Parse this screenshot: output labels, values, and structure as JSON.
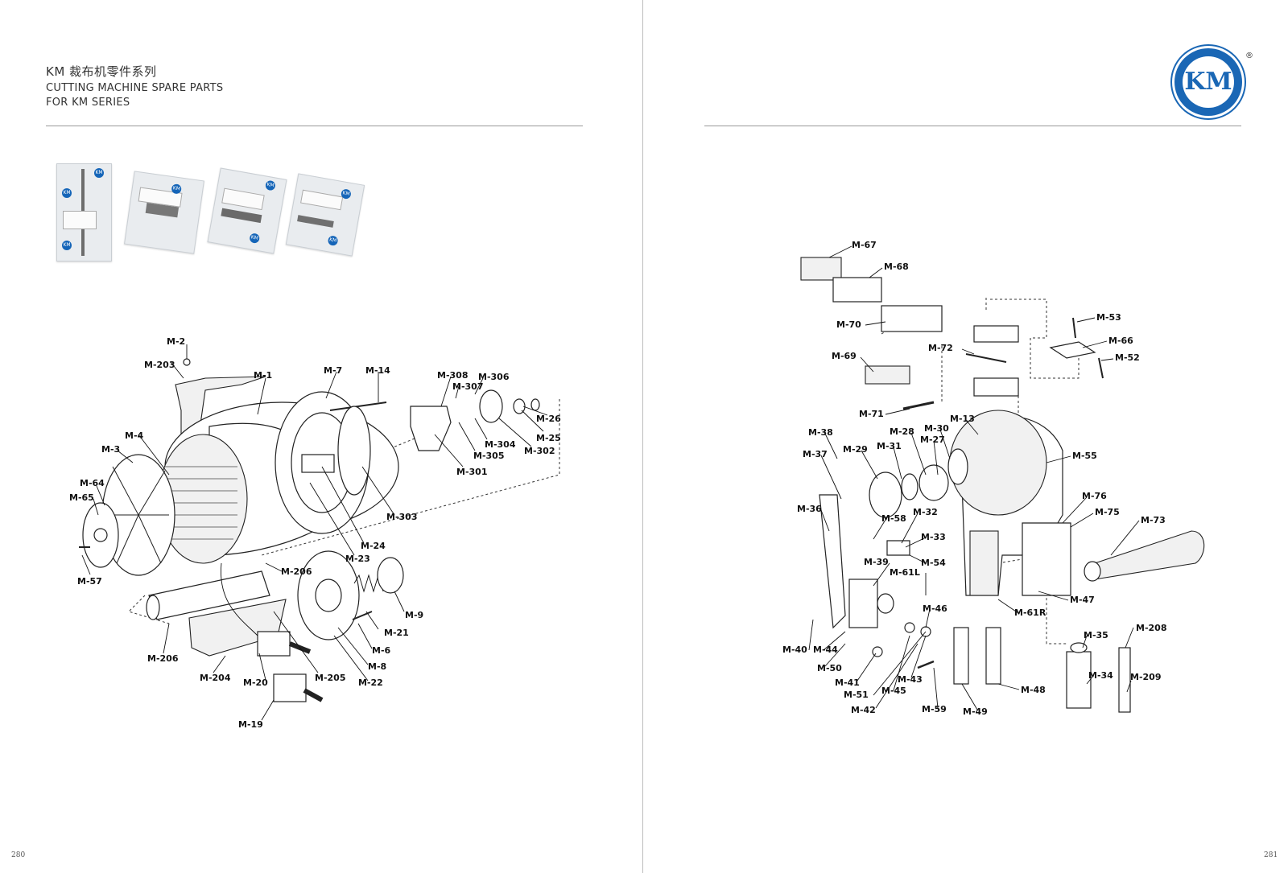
{
  "header": {
    "title_cn": "KM 裁布机零件系列",
    "title_en_1": "CUTTING MACHINE SPARE PARTS",
    "title_en_2": "FOR KM SERIES"
  },
  "logo": {
    "text": "KM",
    "registered": "®"
  },
  "pages": {
    "left": "280",
    "right": "281"
  },
  "left_labels": [
    "M-2",
    "M-203",
    "M-1",
    "M-7",
    "M-14",
    "M-308",
    "M-306",
    "M-307",
    "M-4",
    "M-3",
    "M-26",
    "M-25",
    "M-304",
    "M-302",
    "M-305",
    "M-301",
    "M-64",
    "M-65",
    "M-303",
    "M-24",
    "M-23",
    "M-57",
    "M-206",
    "M-9",
    "M-21",
    "M-6",
    "M-8",
    "M-22",
    "M-206",
    "M-204",
    "M-205",
    "M-20",
    "M-19"
  ],
  "right_labels": [
    "M-67",
    "M-68",
    "M-53",
    "M-70",
    "M-66",
    "M-72",
    "M-52",
    "M-69",
    "M-71",
    "M-13",
    "M-30",
    "M-28",
    "M-38",
    "M-27",
    "M-29",
    "M-31",
    "M-37",
    "M-55",
    "M-76",
    "M-36",
    "M-75",
    "M-58",
    "M-32",
    "M-73",
    "M-33",
    "M-54",
    "M-39",
    "M-61L",
    "M-47",
    "M-46",
    "M-61R",
    "M-35",
    "M-208",
    "M-40",
    "M-44",
    "M-50",
    "M-34",
    "M-209",
    "M-43",
    "M-41",
    "M-45",
    "M-48",
    "M-51",
    "M-42",
    "M-59",
    "M-49"
  ]
}
